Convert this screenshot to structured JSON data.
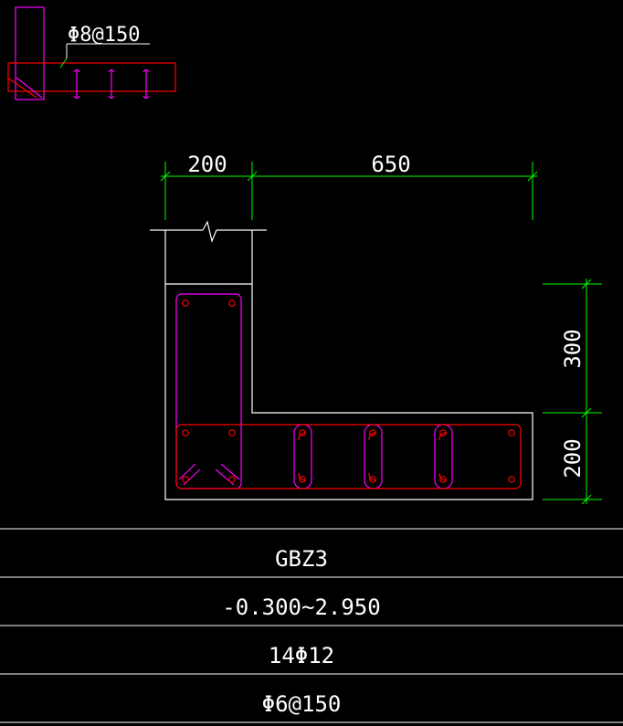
{
  "drawing": {
    "colors": {
      "background": "#000000",
      "outline": "#ffffff",
      "stirrup": "#ff00ff",
      "rebar": "#ff0000",
      "dimension": "#00ff00"
    },
    "detail_label": "Φ8@150",
    "dimensions": {
      "top_left": "200",
      "top_right": "650",
      "right_upper": "300",
      "right_lower": "200"
    }
  },
  "table": {
    "rows": [
      {
        "label": "GBZ3"
      },
      {
        "label": "-0.300~2.950"
      },
      {
        "label": "14Φ12"
      },
      {
        "label": "Φ6@150"
      }
    ]
  }
}
